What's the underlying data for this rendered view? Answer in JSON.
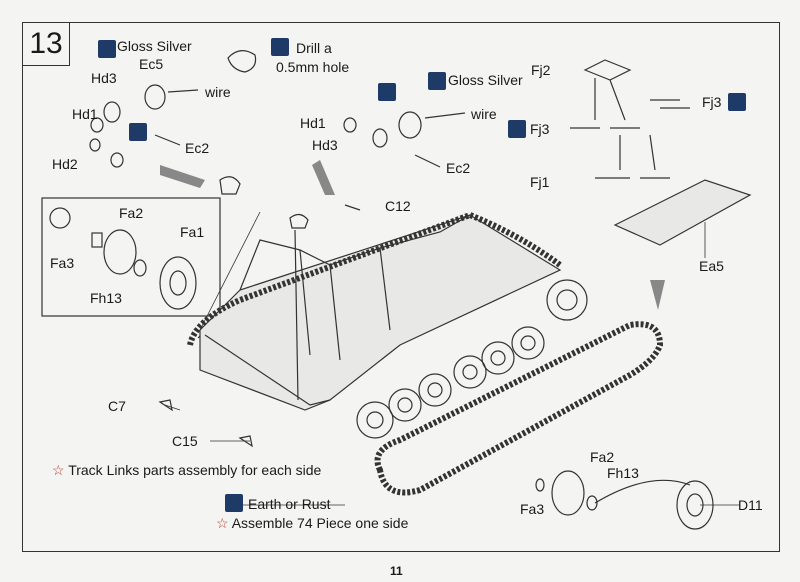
{
  "step": "13",
  "page_number": "11",
  "labels": {
    "gloss_silver_1": "Gloss Silver",
    "ec5": "Ec5",
    "hd3_a": "Hd3",
    "wire_a": "wire",
    "hd1_a": "Hd1",
    "ec2_a": "Ec2",
    "hd2": "Hd2",
    "drill_1": "Drill a",
    "drill_2": "0.5mm hole",
    "gloss_silver_2": "Gloss Silver",
    "hd1_b": "Hd1",
    "wire_b": "wire",
    "hd3_b": "Hd3",
    "ec2_b": "Ec2",
    "c12": "C12",
    "fj2": "Fj2",
    "fj3_a": "Fj3",
    "fj3_b": "Fj3",
    "fj1": "Fj1",
    "ea5": "Ea5",
    "fa2_a": "Fa2",
    "fa1": "Fa1",
    "fa3_a": "Fa3",
    "fh13_a": "Fh13",
    "c7": "C7",
    "c15": "C15",
    "note_track": "Track Links parts assembly for each side",
    "earth_rust": "Earth or Rust",
    "note_assemble": "Assemble 74 Piece one side",
    "fa2_b": "Fa2",
    "fh13_b": "Fh13",
    "fa3_b": "Fa3",
    "d11": "D11",
    "star": "☆"
  },
  "colors": {
    "paint_icon": "#1e3a66",
    "star": "#c0392b"
  }
}
